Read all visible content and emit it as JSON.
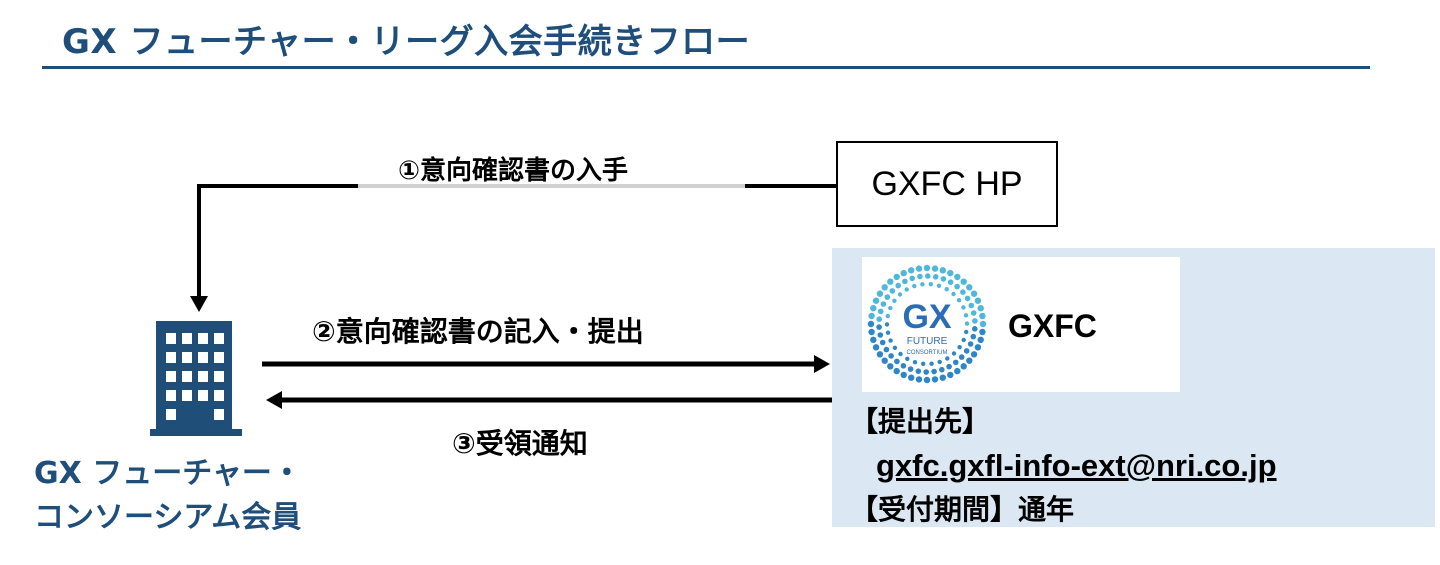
{
  "title": "GX フューチャー・リーグ入会手続きフロー",
  "steps": {
    "step1": "①意向確認書の入手",
    "step2": "②意向確認書の記入・提出",
    "step3": "③受領通知"
  },
  "hp_box": "GXFC HP",
  "org": {
    "name": "GXFC",
    "logo_text": "GX",
    "logo_sub1": "FUTURE",
    "logo_sub2": "CONSORTIUM"
  },
  "submission": {
    "label": "【提出先】",
    "email": "gxfc.gxfl-info-ext@nri.co.jp",
    "period": "【受付期間】通年"
  },
  "member": {
    "line1": "GX フューチャー・",
    "line2": "コンソーシアム会員"
  },
  "colors": {
    "title": "#1e4e79",
    "building": "#1f4e79",
    "panel": "#dbe8f4"
  },
  "icons": [
    "building-icon",
    "gxfc-logo"
  ]
}
